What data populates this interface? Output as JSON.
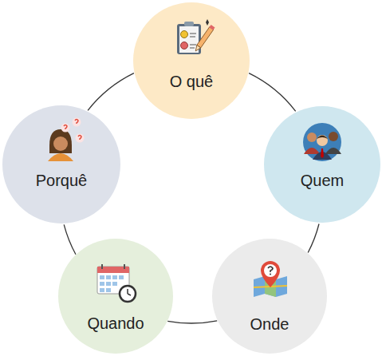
{
  "diagram": {
    "nodes": [
      {
        "text": [
          "O quê"
        ]
      },
      {
        "text": [
          "Quem"
        ]
      },
      {
        "text": [
          "Onde"
        ]
      },
      {
        "text": [
          "Quando"
        ]
      },
      {
        "text": [
          "Porquê"
        ]
      }
    ],
    "edges": [
      {
        "from": 0,
        "to": 1,
        "arrow": "none"
      },
      {
        "from": 1,
        "to": 2,
        "arrow": "none"
      },
      {
        "from": 2,
        "to": 3,
        "arrow": "none"
      },
      {
        "from": 3,
        "to": 4,
        "arrow": "none"
      },
      {
        "from": 4,
        "to": 0,
        "arrow": "none"
      }
    ]
  }
}
